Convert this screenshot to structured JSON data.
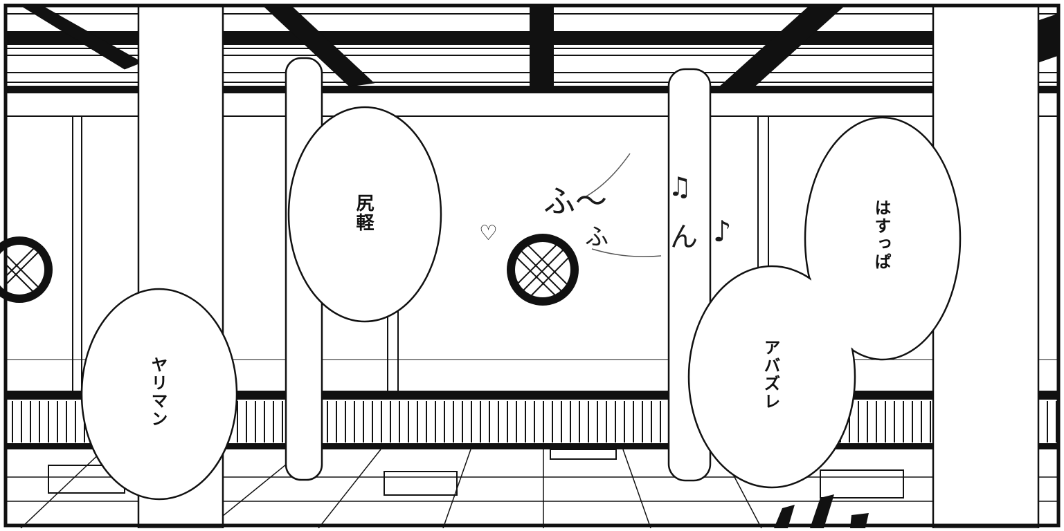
{
  "bubbles": {
    "shirigaru": "尻軽",
    "yariman": "ヤリマン",
    "hasuppa": "はすっぱ",
    "abazure": "アバズレ"
  },
  "sfx": {
    "hum": "ふ〜",
    "fu": "ふ",
    "n": "ん",
    "note": "♫",
    "note2": "♪",
    "heart": "♡"
  },
  "colors": {
    "ink": "#111111",
    "paper": "#ffffff"
  }
}
